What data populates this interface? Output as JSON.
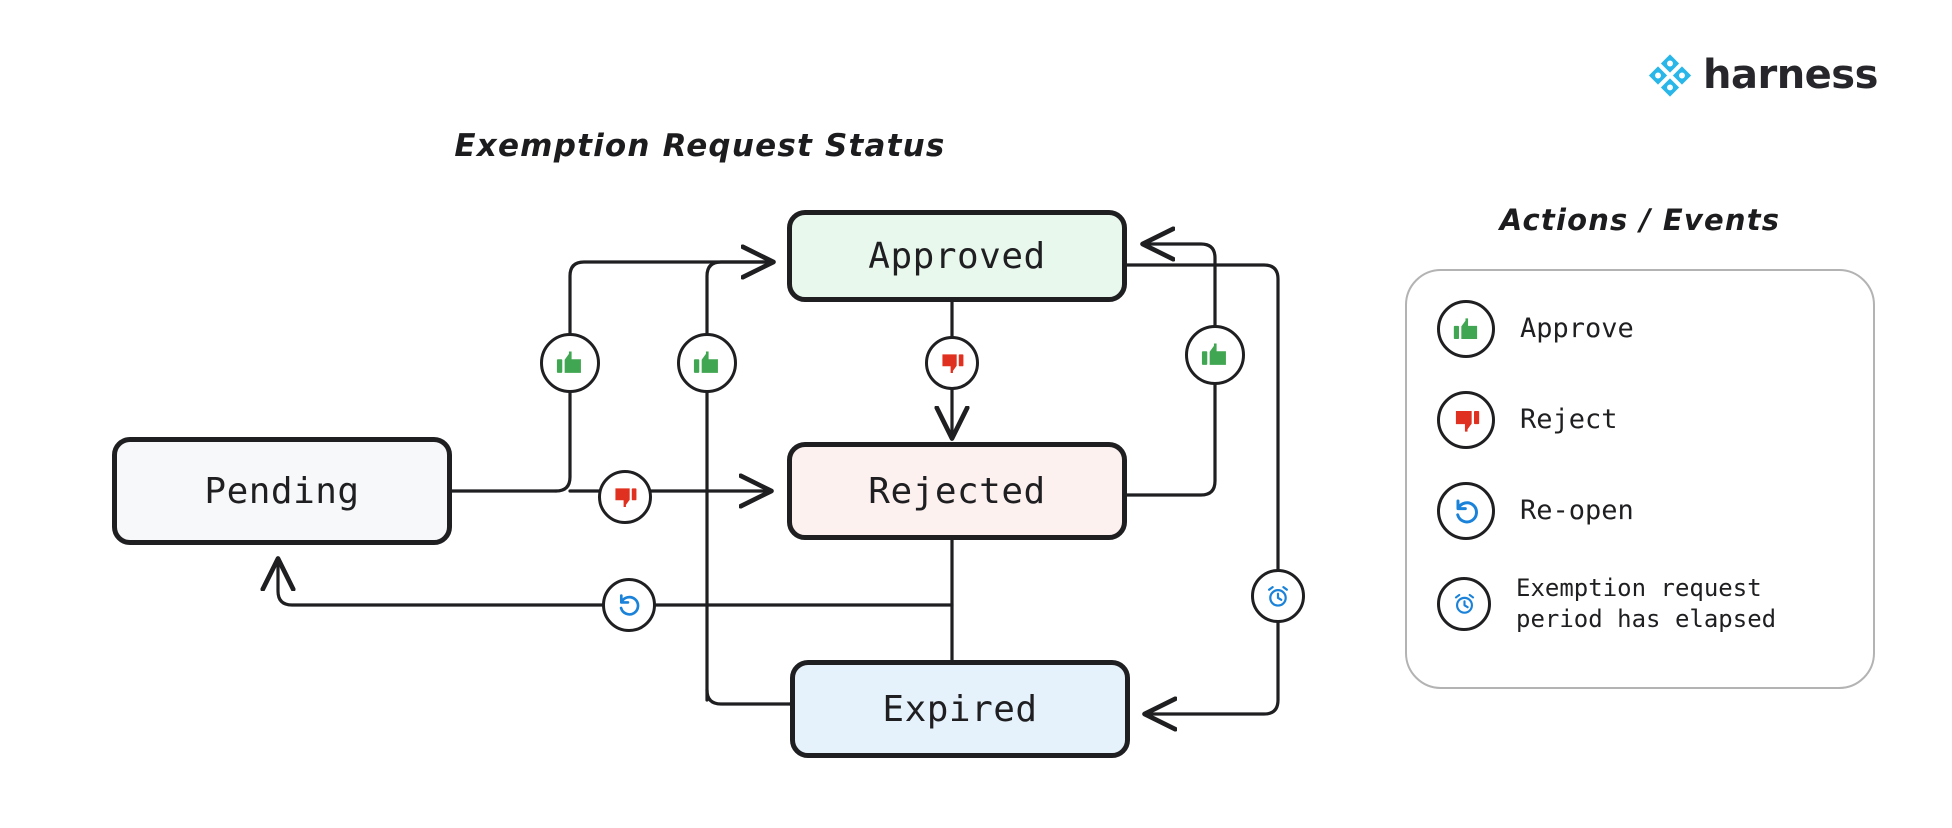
{
  "brand": {
    "name": "harness",
    "logo_icon": "harness-diamond-logo",
    "logo_color": "#29b6e8"
  },
  "diagram": {
    "title": "Exemption Request Status",
    "states": [
      {
        "id": "pending",
        "label": "Pending",
        "fill": "#f7f8fa"
      },
      {
        "id": "approved",
        "label": "Approved",
        "fill": "#e9f8ed"
      },
      {
        "id": "rejected",
        "label": "Rejected",
        "fill": "#fdf1f0"
      },
      {
        "id": "expired",
        "label": "Expired",
        "fill": "#e6f2fb"
      }
    ],
    "transitions": [
      {
        "from": "pending",
        "to": "approved",
        "action": "approve"
      },
      {
        "from": "pending",
        "to": "rejected",
        "action": "reject"
      },
      {
        "from": "approved",
        "to": "rejected",
        "action": "reject"
      },
      {
        "from": "rejected",
        "to": "approved",
        "action": "approve"
      },
      {
        "from": "rejected",
        "to": "pending",
        "action": "re-open"
      },
      {
        "from": "rejected",
        "to": "expired",
        "action": "elapsed"
      },
      {
        "from": "approved",
        "to": "expired",
        "action": "elapsed"
      },
      {
        "from": "expired",
        "to": "approved",
        "action": "approve"
      }
    ]
  },
  "legend": {
    "title": "Actions / Events",
    "items": [
      {
        "icon": "thumbs-up-icon",
        "label": "Approve",
        "color": "#41a651"
      },
      {
        "icon": "thumbs-down-icon",
        "label": "Reject",
        "color": "#e0301f"
      },
      {
        "icon": "reopen-icon",
        "label": "Re-open",
        "color": "#1a82d9"
      },
      {
        "icon": "alarm-clock-icon",
        "label": "Exemption request\nperiod has elapsed",
        "color": "#1a82d9"
      }
    ]
  },
  "colors": {
    "stroke": "#1f1f22",
    "panel_border": "#b3b3b3",
    "green": "#41a651",
    "red": "#e0301f",
    "blue": "#1a82d9"
  }
}
